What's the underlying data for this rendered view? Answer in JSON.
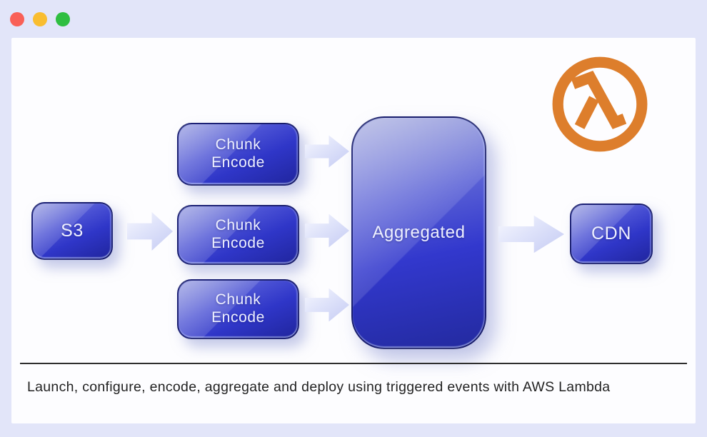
{
  "window": {
    "controls": [
      {
        "name": "close",
        "color": "#f96057"
      },
      {
        "name": "minimize",
        "color": "#f9bd30"
      },
      {
        "name": "zoom",
        "color": "#2fbe41"
      }
    ]
  },
  "diagram": {
    "nodes": {
      "s3": "S3",
      "chunk_encode_1": "Chunk\nEncode",
      "chunk_encode_2": "Chunk\nEncode",
      "chunk_encode_3": "Chunk\nEncode",
      "aggregated": "Aggregated",
      "cdn": "CDN"
    },
    "edges": [
      {
        "from": "s3",
        "to": "chunk_encode"
      },
      {
        "from": "chunk_encode_1",
        "to": "aggregated"
      },
      {
        "from": "chunk_encode_2",
        "to": "aggregated"
      },
      {
        "from": "chunk_encode_3",
        "to": "aggregated"
      },
      {
        "from": "aggregated",
        "to": "cdn"
      }
    ],
    "logo": "aws-lambda",
    "caption": "Launch, configure, encode, aggregate and deploy using triggered events with AWS Lambda"
  },
  "colors": {
    "frame_background": "#e2e5f9",
    "canvas_background": "#fdfdff",
    "node_blue": "#3138c6",
    "node_blue_dark": "#23289f",
    "node_blue_light": "#8d95da",
    "arrow_lavender": "#c9cef5",
    "lambda_orange": "#dd7e2c",
    "caption_text": "#222222"
  }
}
